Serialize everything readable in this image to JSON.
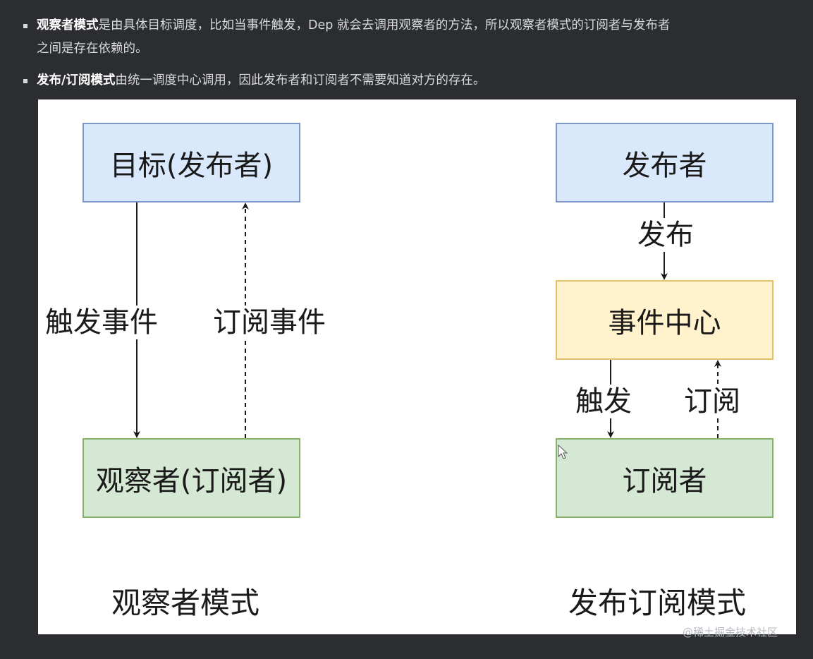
{
  "bullets": [
    {
      "bold": "观察者模式",
      "text": "是由具体目标调度，比如当事件触发，Dep 就会去调用观察者的方法，所以观察者模式的订阅者与发布者",
      "text2": "之间是存在依赖的。"
    },
    {
      "bold": "发布/订阅模式",
      "text": "由统一调度中心调用，因此发布者和订阅者不需要知道对方的存在。"
    }
  ],
  "observer": {
    "target_box": "目标(发布者)",
    "observer_box": "观察者(订阅者)",
    "trigger_label": "触发事件",
    "subscribe_label": "订阅事件",
    "caption": "观察者模式"
  },
  "pubsub": {
    "publisher_box": "发布者",
    "publish_label": "发布",
    "center_box": "事件中心",
    "trigger_label": "触发",
    "subscribe_label": "订阅",
    "subscriber_box": "订阅者",
    "caption": "发布订阅模式"
  },
  "colors": {
    "background": "#2b2d31",
    "canvas": "#ffffff",
    "blue_fill": "#dae8fc",
    "green_fill": "#d5e8d4",
    "yellow_fill": "#fff2cc"
  },
  "watermark": "@稀土掘金技术社区"
}
